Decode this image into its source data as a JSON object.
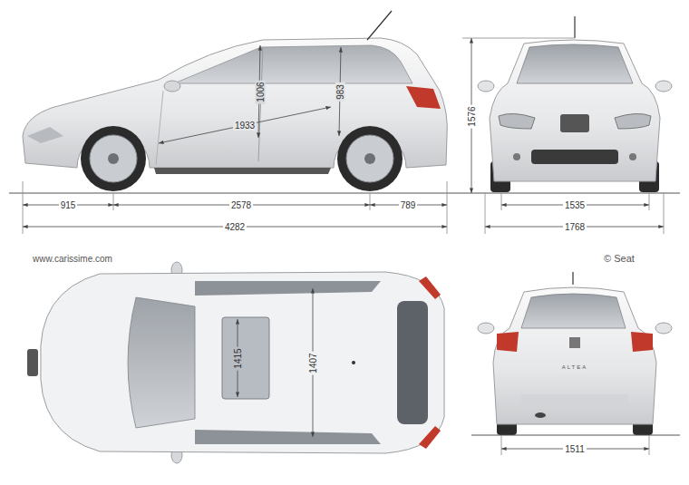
{
  "diagram": {
    "labels": [
      "1006",
      "983",
      "1933",
      "915",
      "2578",
      "789",
      "4282",
      "1576",
      "1535",
      "1768",
      "www.carissime.com",
      "© Seat",
      "1415",
      "1407",
      "ALTEA",
      "1511"
    ]
  }
}
